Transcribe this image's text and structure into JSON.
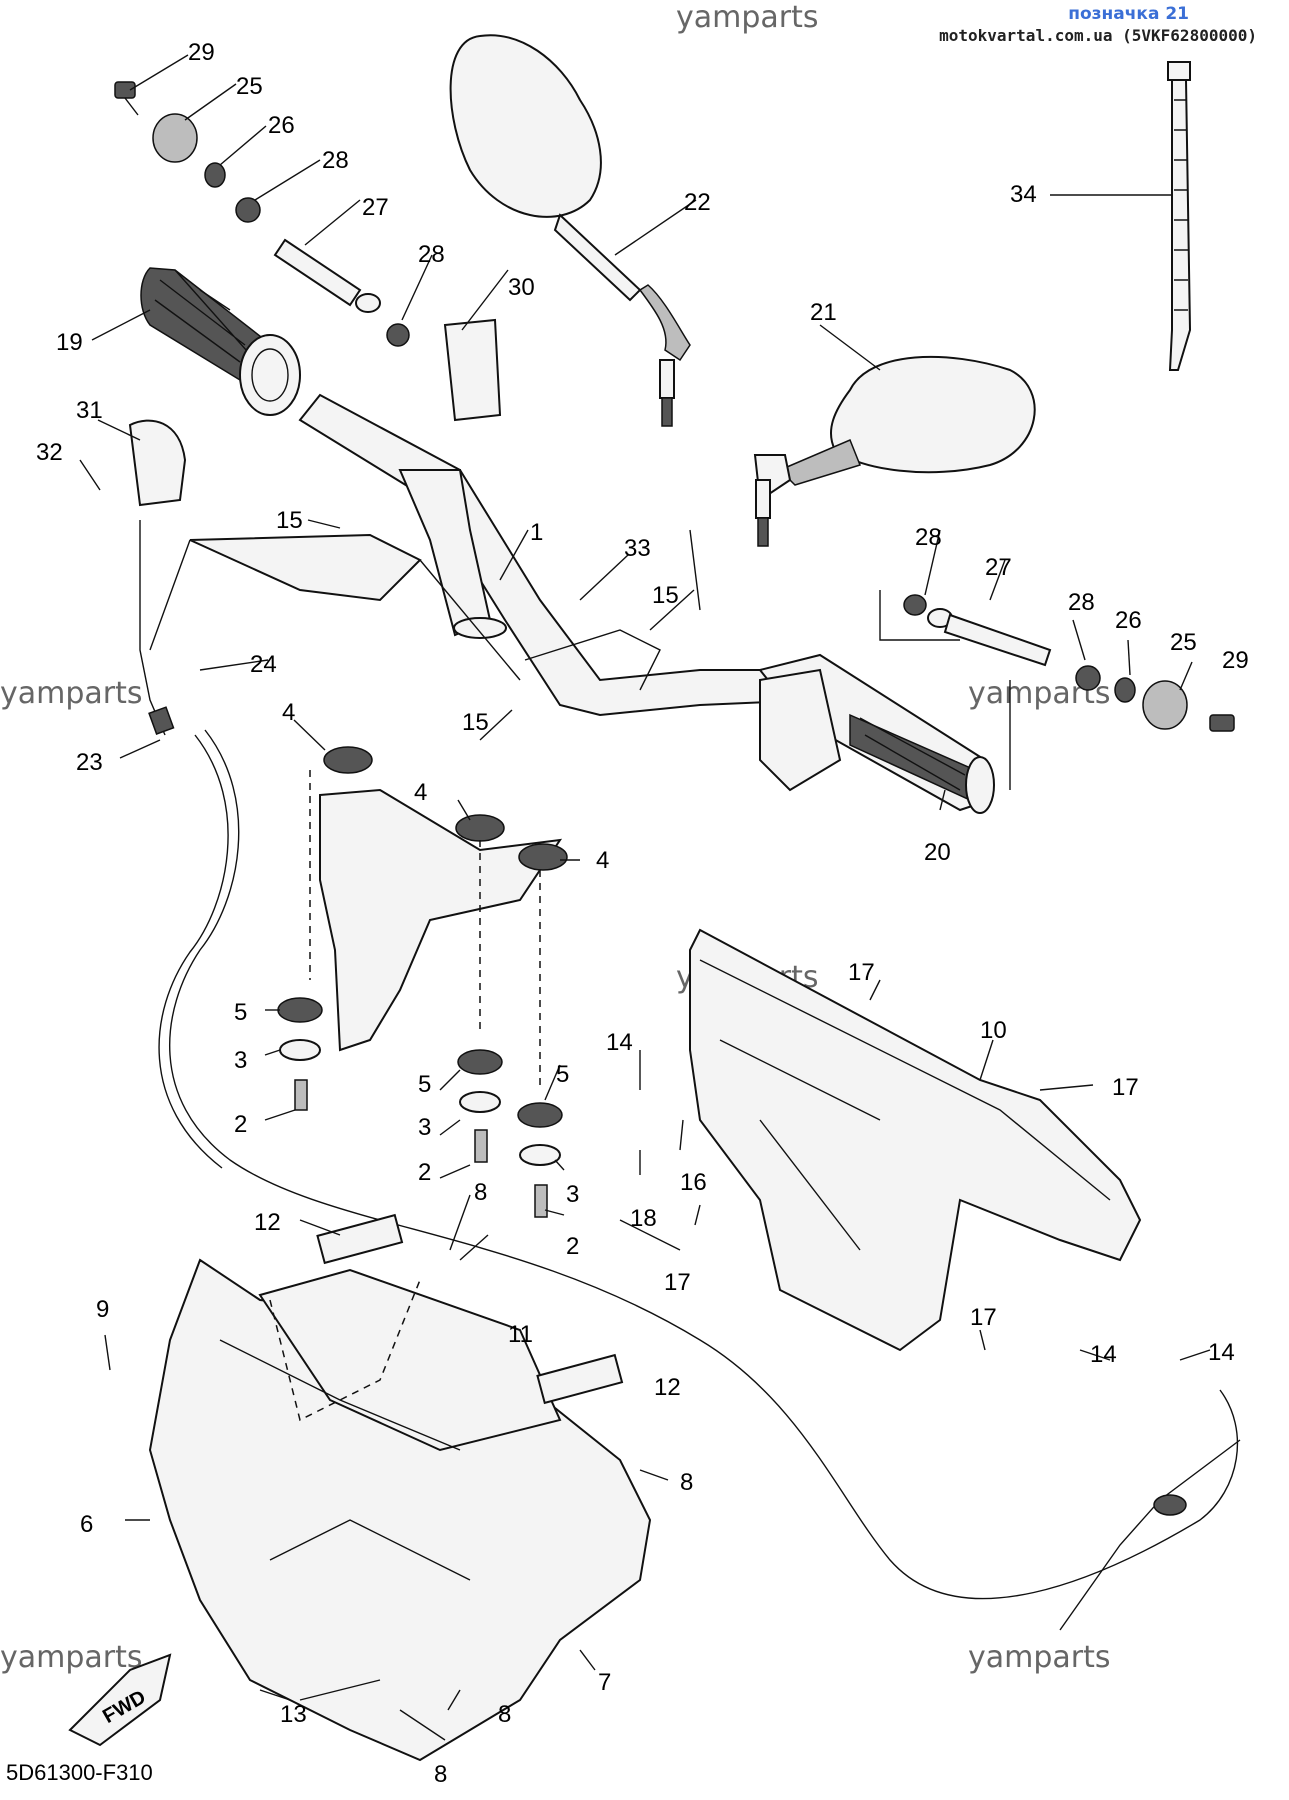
{
  "header": {
    "label": "позначка 21",
    "source": "motokvartal.com.ua (5VKF62800000)"
  },
  "watermarks": [
    "yamparts",
    "yamparts",
    "yamparts",
    "yamparts",
    "yamparts",
    "yamparts"
  ],
  "diagram_code": "5D61300-F310",
  "fwd_label": "FWD",
  "callouts": [
    "29",
    "25",
    "26",
    "28",
    "27",
    "28",
    "30",
    "22",
    "19",
    "21",
    "34",
    "31",
    "32",
    "15",
    "1",
    "33",
    "15",
    "28",
    "27",
    "28",
    "26",
    "25",
    "29",
    "24",
    "4",
    "15",
    "23",
    "4",
    "4",
    "20",
    "17",
    "10",
    "5",
    "3",
    "2",
    "14",
    "5",
    "3",
    "2",
    "5",
    "3",
    "2",
    "17",
    "16",
    "18",
    "17",
    "12",
    "8",
    "11",
    "9",
    "12",
    "8",
    "6",
    "7",
    "8",
    "8",
    "13",
    "17",
    "14",
    "14"
  ]
}
